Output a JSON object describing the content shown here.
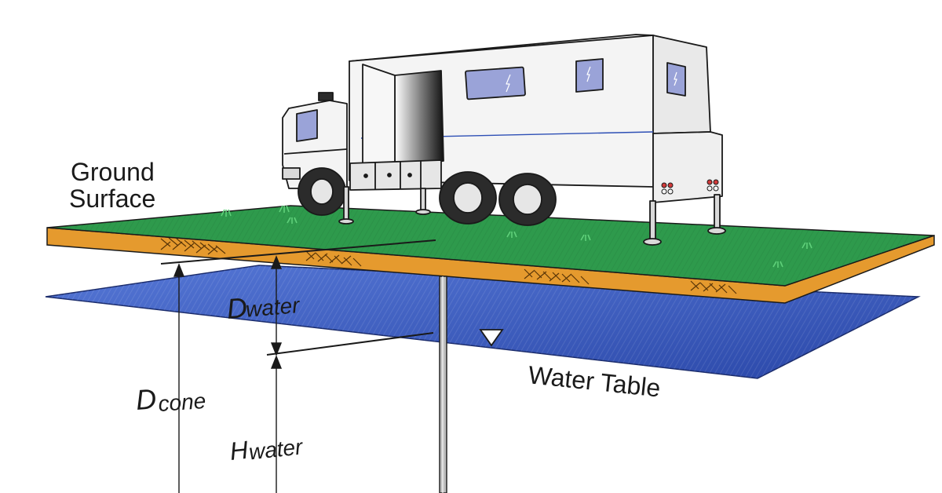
{
  "labels": {
    "ground_line1": "Ground",
    "ground_line2": "Surface",
    "water_table": "Water Table",
    "d_water_main": "D",
    "d_water_sub": "water",
    "d_cone_main": "D",
    "d_cone_sub": "cone",
    "h_water_main": "H",
    "h_water_sub": "water"
  },
  "colors": {
    "grass": "#2e9a4c",
    "soil": "#e59a2e",
    "water": "#3f5fc0",
    "truck_body": "#f4f4f4",
    "outline": "#1a1a1a"
  },
  "icons": {
    "water_table_marker": "inverted-triangle-water-level-icon"
  }
}
